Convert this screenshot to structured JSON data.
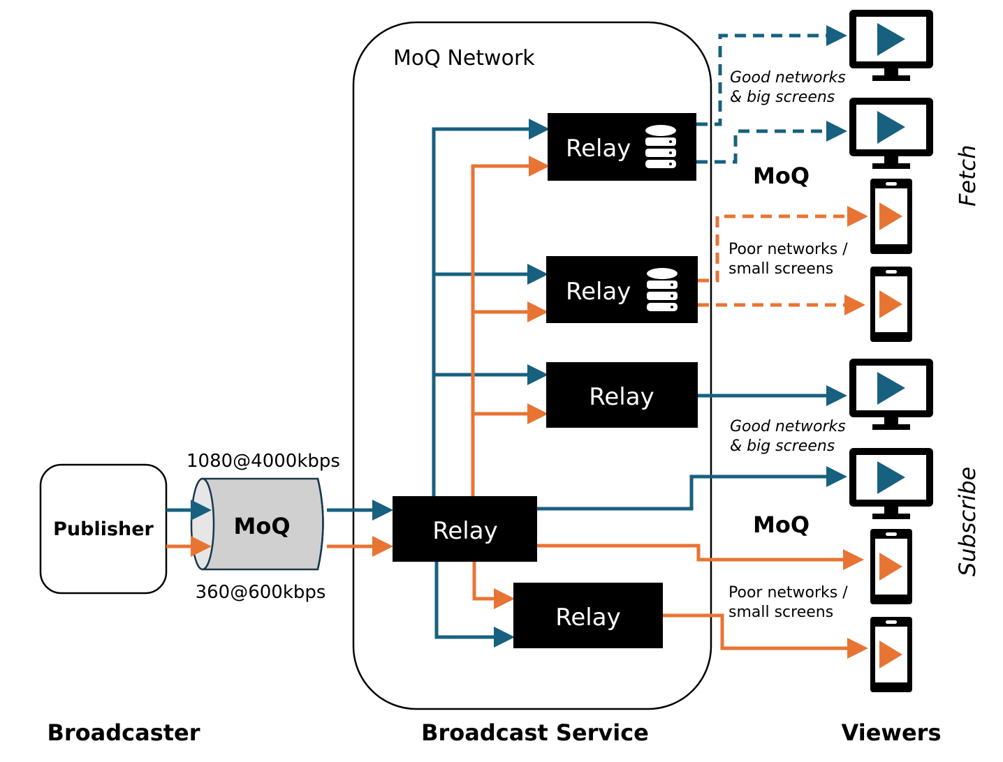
{
  "colors": {
    "high_quality": "#17607f",
    "low_quality": "#e87434",
    "relay_fill": "#000000",
    "cylinder_fill": "#d0d0d0"
  },
  "broadcaster": {
    "publisher_label": "Publisher",
    "section_label": "Broadcaster"
  },
  "transport": {
    "label": "MoQ",
    "high_rendition": "1080@4000kbps",
    "low_rendition": "360@600kbps"
  },
  "network": {
    "title": "MoQ Network",
    "section_label": "Broadcast Service",
    "relays": [
      {
        "label": "Relay",
        "icon": "database-icon",
        "role": "fetch-cache-top"
      },
      {
        "label": "Relay",
        "icon": "database-icon",
        "role": "fetch-cache-middle"
      },
      {
        "label": "Relay",
        "role": "subscribe-high"
      },
      {
        "label": "Relay",
        "role": "ingest"
      },
      {
        "label": "Relay",
        "role": "subscribe-low"
      }
    ]
  },
  "viewers": {
    "section_label": "Viewers",
    "fetch_group": {
      "mode_label": "Fetch",
      "protocol_label": "MoQ",
      "good_label_line1": "Good networks",
      "good_label_line2": "& big screens",
      "poor_label_line1": "Poor networks /",
      "poor_label_line2": "small screens"
    },
    "subscribe_group": {
      "mode_label": "Subscribe",
      "protocol_label": "MoQ",
      "good_label_line1": "Good networks",
      "good_label_line2": "& big screens",
      "poor_label_line1": "Poor networks /",
      "poor_label_line2": "small screens"
    },
    "devices": [
      {
        "type": "monitor",
        "icon": "monitor-play-icon",
        "quality": "high"
      },
      {
        "type": "monitor",
        "icon": "monitor-play-icon",
        "quality": "high"
      },
      {
        "type": "phone",
        "icon": "phone-play-icon",
        "quality": "low"
      },
      {
        "type": "phone",
        "icon": "phone-play-icon",
        "quality": "low"
      },
      {
        "type": "monitor",
        "icon": "monitor-play-icon",
        "quality": "high"
      },
      {
        "type": "monitor",
        "icon": "monitor-play-icon",
        "quality": "high"
      },
      {
        "type": "phone",
        "icon": "phone-play-icon",
        "quality": "low"
      },
      {
        "type": "phone",
        "icon": "phone-play-icon",
        "quality": "low"
      }
    ]
  }
}
